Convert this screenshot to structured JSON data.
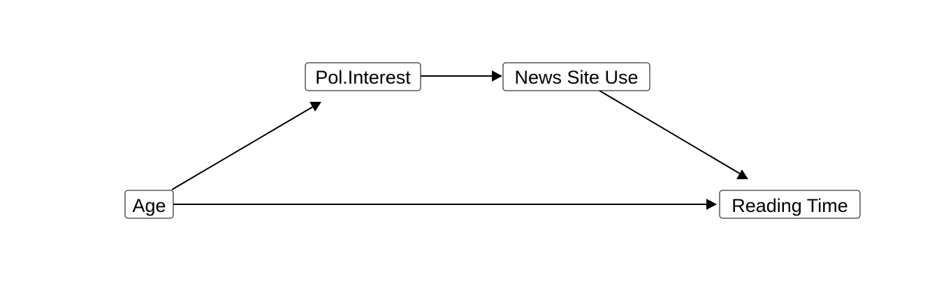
{
  "diagram": {
    "nodes": {
      "age": {
        "label": "Age"
      },
      "pol_interest": {
        "label": "Pol.Interest"
      },
      "news_site_use": {
        "label": "News Site Use"
      },
      "reading_time": {
        "label": "Reading Time"
      }
    },
    "edges": [
      {
        "from": "age",
        "to": "pol_interest"
      },
      {
        "from": "pol_interest",
        "to": "news_site_use"
      },
      {
        "from": "news_site_use",
        "to": "reading_time"
      },
      {
        "from": "age",
        "to": "reading_time"
      }
    ],
    "line_color": "#000000",
    "background_color": "#ffffff"
  }
}
